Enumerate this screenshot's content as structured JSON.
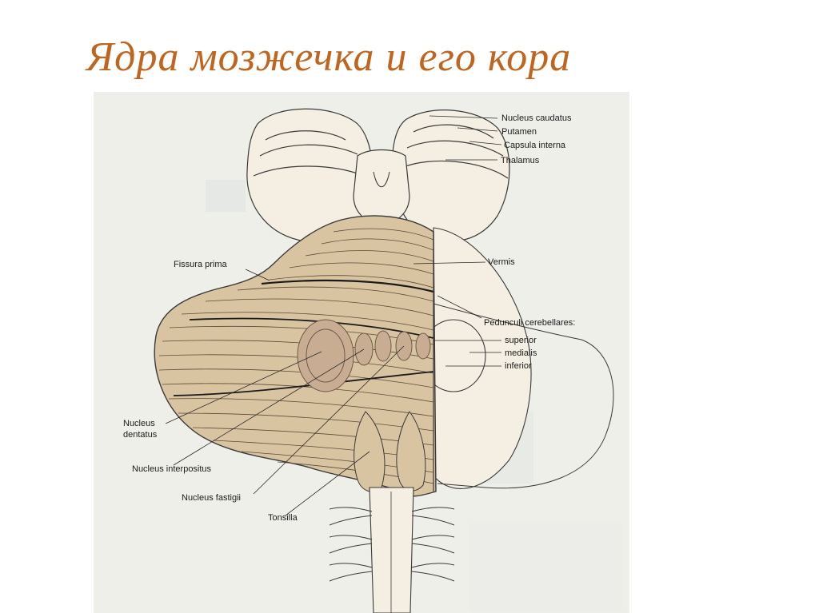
{
  "title": "Ядра мозжечка и его кора",
  "labels": {
    "nucleus_caudatus": "Nucleus caudatus",
    "putamen": "Putamen",
    "capsula_interna": "Capsula interna",
    "thalamus": "Thalamus",
    "fissura_prima": "Fissura prima",
    "vermis": "Vermis",
    "pedunculi_cerebellares": "Pedunculi cerebellares:",
    "superior": "superior",
    "medialis": "medialis",
    "inferior": "inferior",
    "nucleus_dentatus_line1": "Nucleus",
    "nucleus_dentatus_line2": "dentatus",
    "nucleus_interpositus": "Nucleus interpositus",
    "nucleus_fastigii": "Nucleus fastigii",
    "tonsilla": "Tonsilla"
  },
  "colors": {
    "title": "#c0651f",
    "cerebellum": "#d9c4a2",
    "brainstem": "#f4efe2",
    "nucleus": "#c9ad93",
    "outline": "#3a3a3a"
  }
}
